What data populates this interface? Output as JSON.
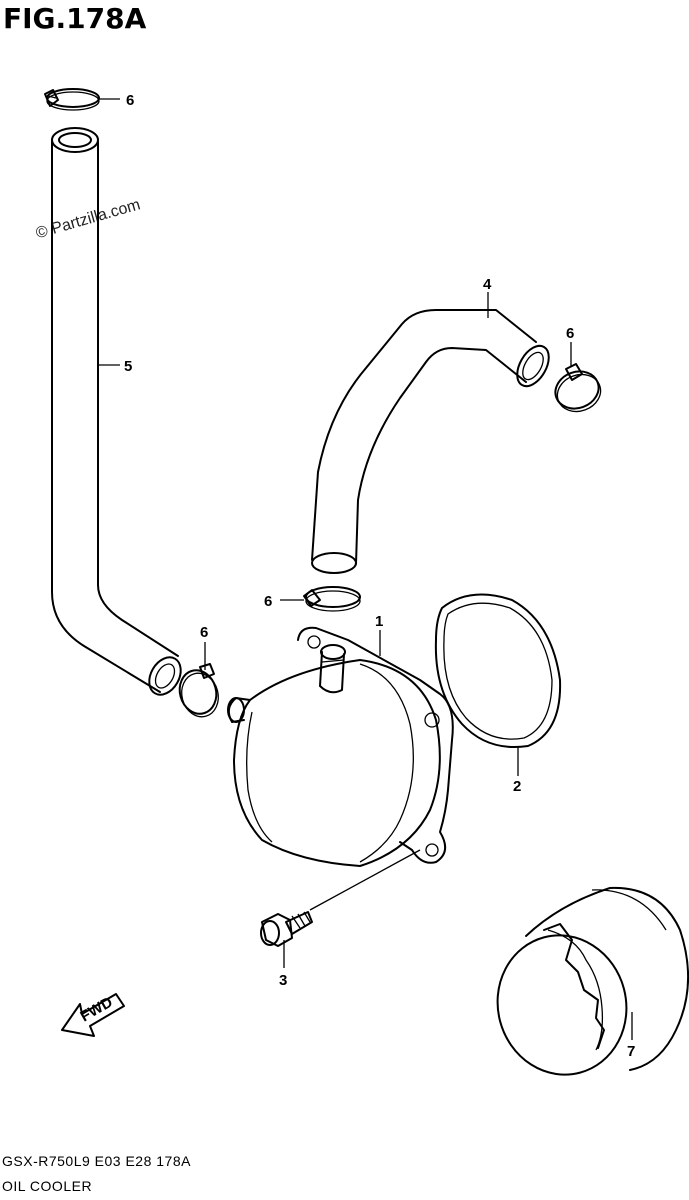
{
  "figure": {
    "title": "FIG.178A",
    "watermark": "© Partzilla.com",
    "model_code": "GSX-R750L9  E03  E28  178A",
    "section_name": "OIL COOLER",
    "fwd_label": "FWD"
  },
  "callouts": {
    "c1": "1",
    "c2": "2",
    "c3": "3",
    "c4": "4",
    "c5": "5",
    "c6a": "6",
    "c6b": "6",
    "c6c": "6",
    "c6d": "6",
    "c7": "7"
  }
}
